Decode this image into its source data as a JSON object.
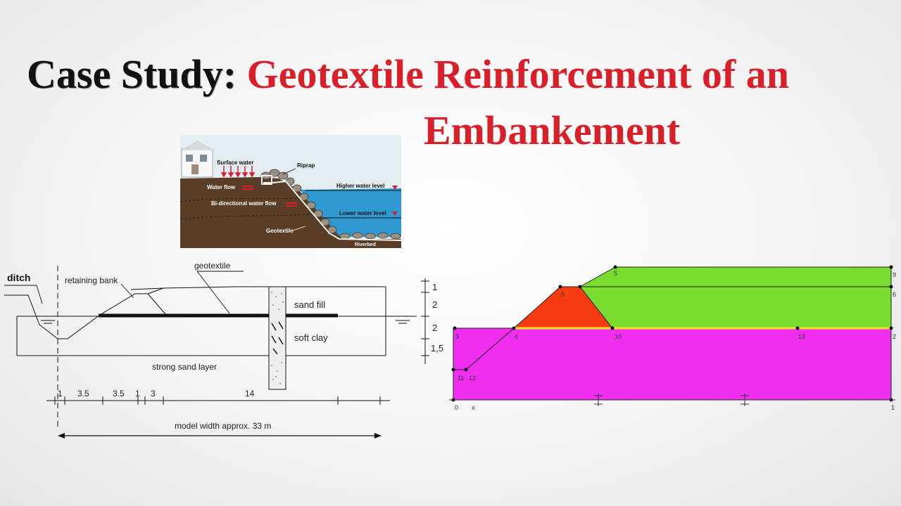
{
  "title": {
    "prefix": "Case Study:",
    "main_line1": "Geotextile Reinforcement of an",
    "main_line2": "Embankement"
  },
  "photo": {
    "labels": {
      "surface_water": "Surface water",
      "riprap": "Riprap",
      "water_flow": "Water flow",
      "higher_water_level": "Higher water level",
      "bidirectional_flow": "Bi-directional water flow",
      "lower_water_level": "Lower water level",
      "geotextile": "Geotextile",
      "riverbed": "Riverbed"
    },
    "colors": {
      "sky": "#e3edf2",
      "soil": "#5a3e27",
      "water": "#2f9ad2",
      "arrow": "#d8202a"
    }
  },
  "cross_section": {
    "labels": {
      "ditch": "ditch",
      "retaining_bank": "retaining bank",
      "geotextile": "geotextile",
      "sand_fill": "sand fill",
      "soft_clay": "soft clay",
      "strong_sand_layer": "strong sand layer",
      "model_width": "model width approx. 33 m"
    },
    "depth_dims": [
      "1",
      "2",
      "2",
      "1,5"
    ],
    "width_dims": [
      "1",
      "3.5",
      "3.5",
      "1",
      "3",
      "14"
    ]
  },
  "fe_model": {
    "colors": {
      "clay": "#ef2ef0",
      "fill": "#78dd2e",
      "bank": "#f83c12",
      "geotextile": "#f0e020",
      "node": "#111111"
    },
    "node_labels": [
      "1",
      "2",
      "3",
      "4",
      "5",
      "6",
      "9",
      "10",
      "11",
      "12",
      "13",
      "0"
    ],
    "axis_label": "x"
  }
}
